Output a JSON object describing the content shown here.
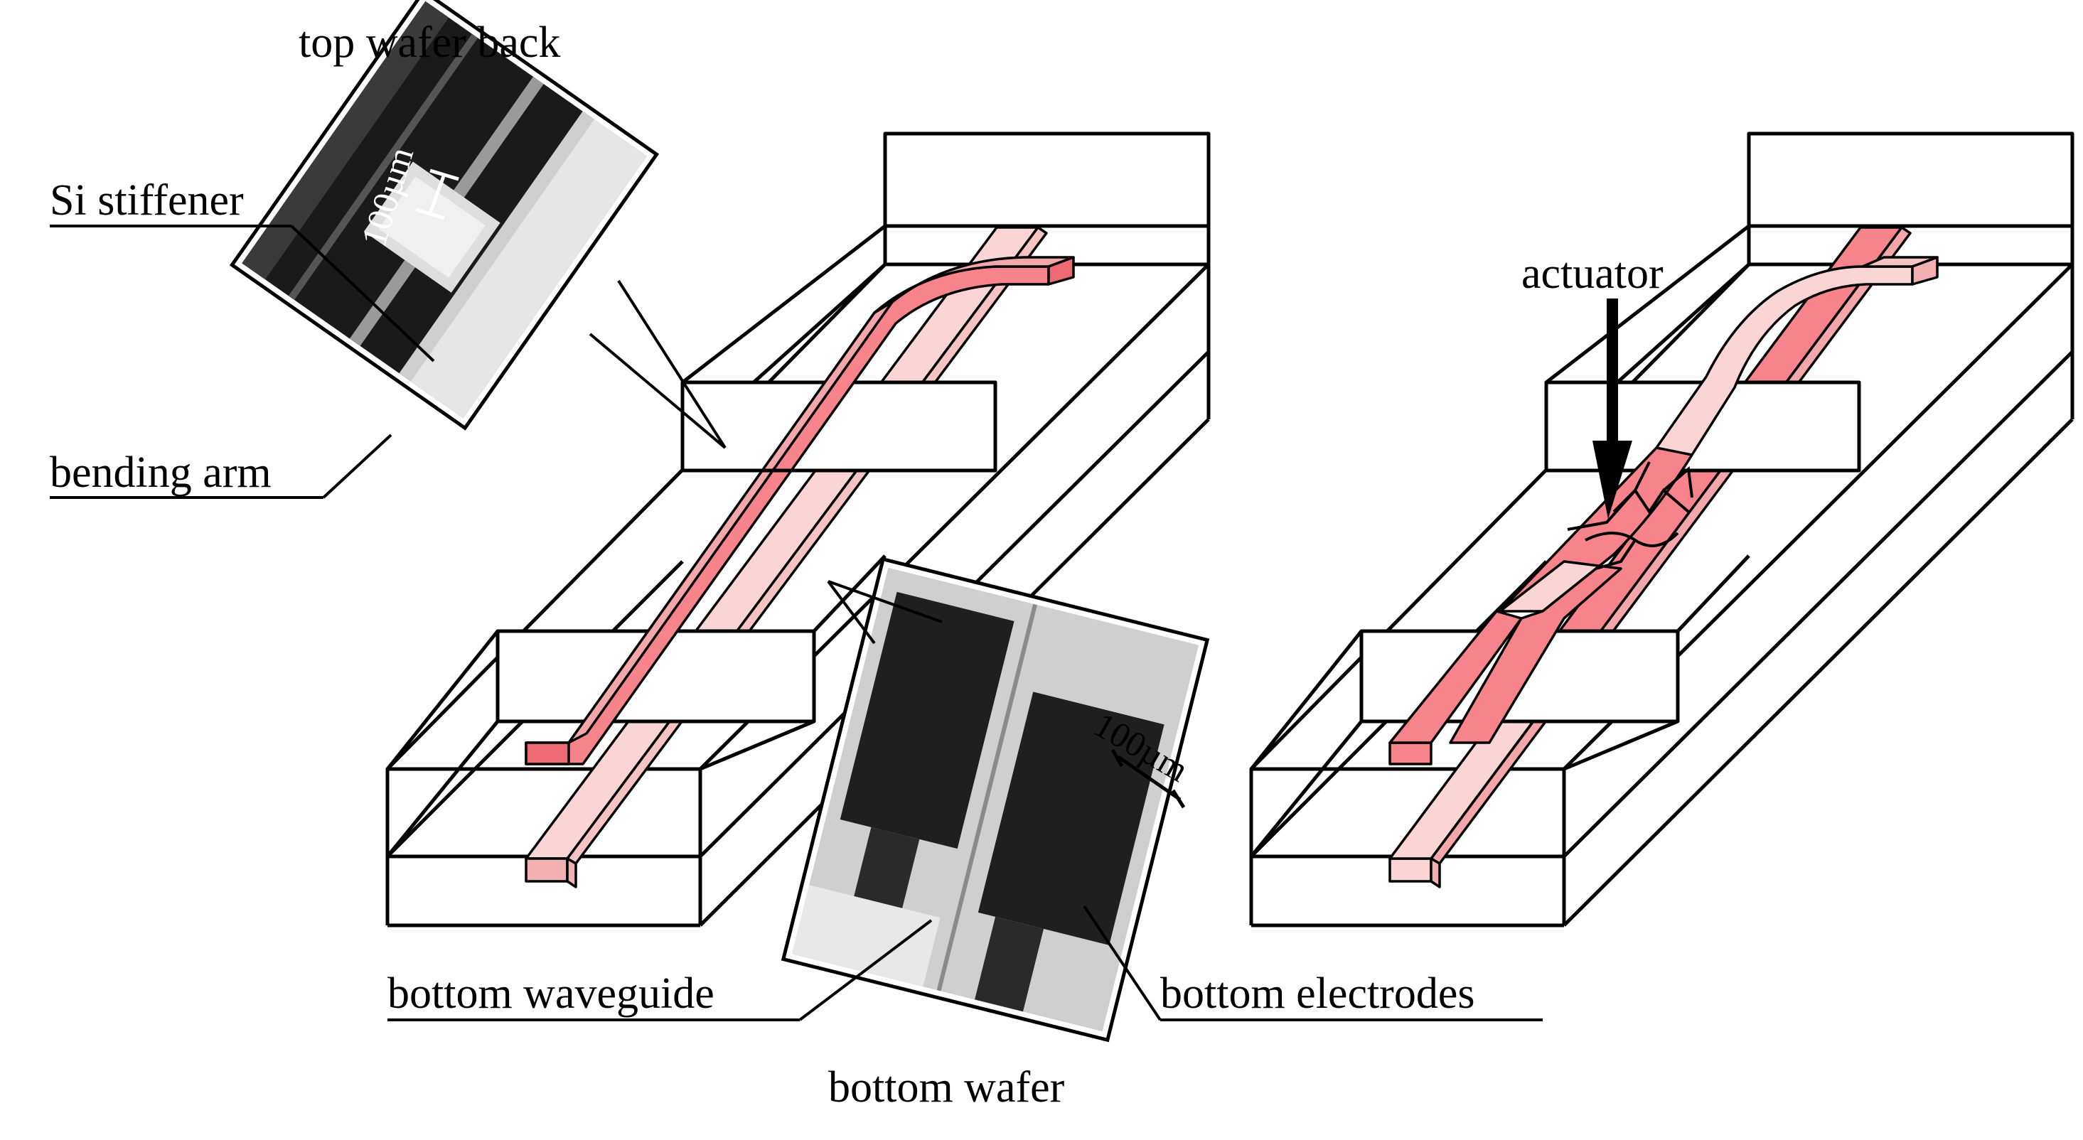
{
  "labels": {
    "top_wafer_back": "top wafer back",
    "si_stiffener": "Si stiffener",
    "bending_arm": "bending arm",
    "bottom_waveguide": "bottom waveguide",
    "bottom_electrodes": "bottom electrodes",
    "bottom_wafer": "bottom wafer",
    "actuator": "actuator"
  },
  "scale_bars": {
    "top_inset": "100µm",
    "bottom_inset": "100µm"
  },
  "colors": {
    "top_waveguide": "#f7848a",
    "bottom_waveguide": "#fbd5d6",
    "outline": "#000000"
  }
}
